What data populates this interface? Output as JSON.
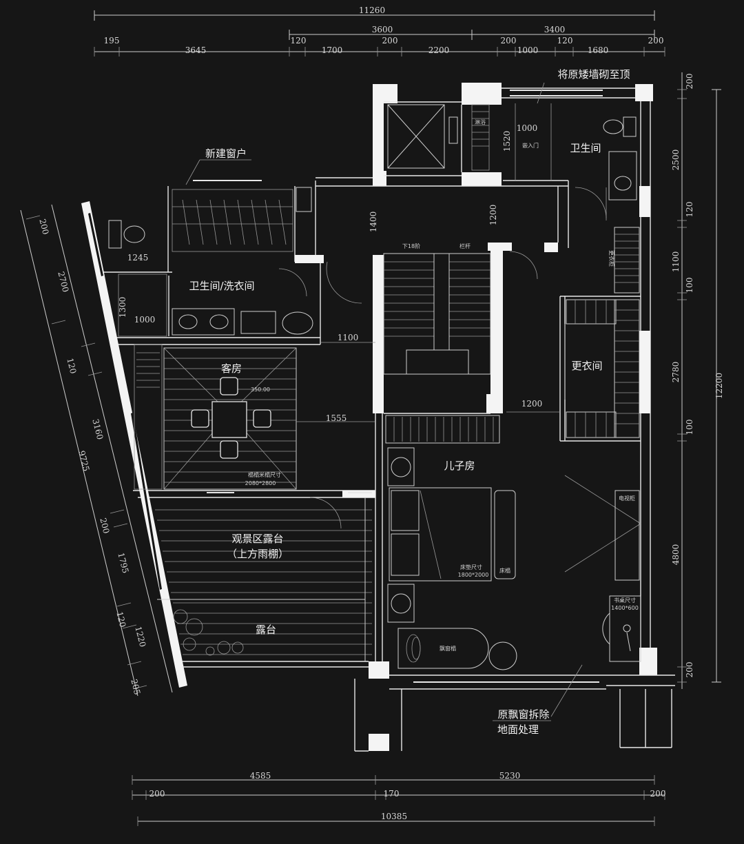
{
  "dimensions": {
    "top_total": "11260",
    "top_mid": [
      "3600",
      "3400"
    ],
    "top_row": [
      "195",
      "3645",
      "120",
      "1700",
      "200",
      "2200",
      "200",
      "1000",
      "120",
      "1680",
      "200"
    ],
    "bottom_mid": [
      "4585",
      "5230"
    ],
    "bottom_row": [
      "200",
      "170",
      "200"
    ],
    "bottom_total": "10385",
    "right": [
      "200",
      "2500",
      "120",
      "1100",
      "100",
      "2780",
      "100",
      "4800",
      "200"
    ],
    "right_total": "12200",
    "left": [
      "200",
      "2700",
      "120",
      "3160",
      "200",
      "1795",
      "120",
      "1220",
      "205"
    ],
    "left_total": "9725",
    "interior": [
      "1000",
      "1520",
      "1400",
      "1200",
      "1245",
      "1300",
      "1000",
      "1100",
      "1555",
      "1200"
    ]
  },
  "rooms": {
    "bathroom_right": "卫生间",
    "bathroom_closet": "卫生间/洗衣间",
    "guest_room": "客房",
    "dressing_room": "更衣间",
    "son_room": "儿子房",
    "viewing_terrace": "观景区露台",
    "viewing_terrace_note": "（上方雨棚）",
    "terrace": "露台"
  },
  "annotations": {
    "wall_to_ceiling": "将原矮墙砌至顶",
    "new_window": "新建窗户",
    "bay_window": "原飘窗拆除",
    "bay_window_2": "地面处理"
  },
  "small_labels": {
    "stair_down": "下18阶",
    "handrail": "栏杆",
    "bed_size": "床垫尺寸",
    "bed_dims": "1800*2000",
    "bed_bench": "床榻",
    "tv_cabinet": "电视柜",
    "desk_size": "书桌尺寸",
    "desk_dims": "1400*600",
    "guest_bed_size": "榻榻米榻尺寸",
    "guest_bed_dims": "2080*2800",
    "table_dims": "350.00",
    "built_in": "嵌入门",
    "window_seat": "飘窗榻",
    "wardrobe_v": "更衣柜",
    "shower": "淋浴"
  }
}
